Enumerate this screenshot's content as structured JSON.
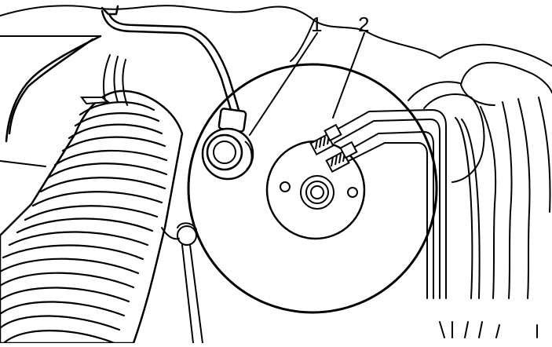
{
  "figure": {
    "colors": {
      "ink": "#000000",
      "paper": "#ffffff"
    },
    "callouts": [
      {
        "id": "1",
        "label": "1"
      },
      {
        "id": "2",
        "label": "2"
      }
    ]
  }
}
